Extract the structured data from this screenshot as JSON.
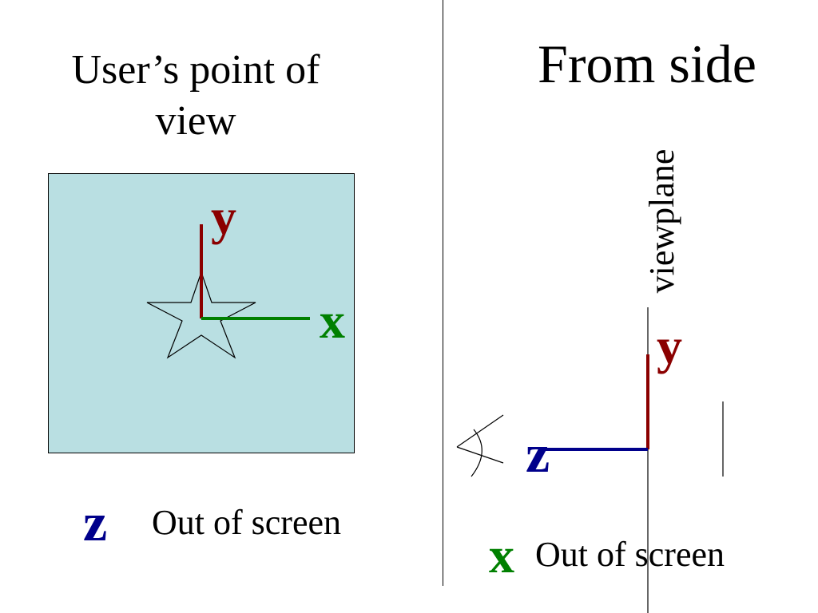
{
  "left_panel": {
    "title": "User’s point of view",
    "y_label": "y",
    "x_label": "x",
    "z_label": "z",
    "z_caption": "Out of screen"
  },
  "right_panel": {
    "title": "From side",
    "viewplane_label": "viewplane",
    "y_label": "y",
    "z_label": "z",
    "x_label": "x",
    "x_caption": "Out of screen"
  },
  "colors": {
    "screen_fill": "#b9dfe2",
    "y_axis": "#8b0000",
    "x_axis": "#008000",
    "z_axis": "#00008b"
  },
  "icons": {
    "star": "star-icon",
    "eye": "eye-icon"
  }
}
